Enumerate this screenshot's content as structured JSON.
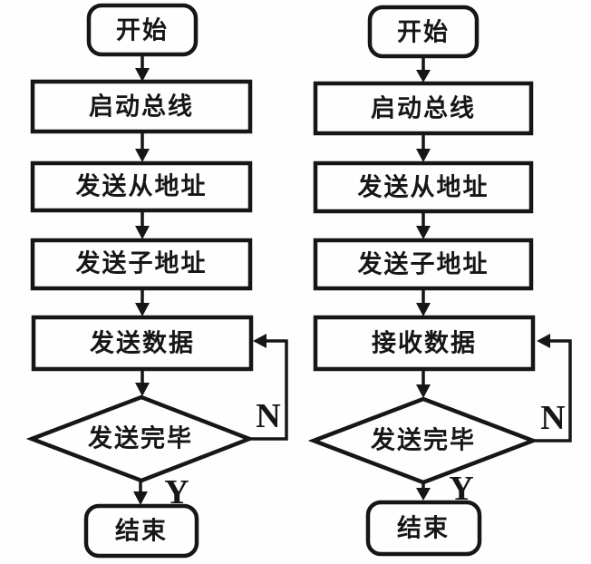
{
  "page": {
    "background": "#fefefe",
    "ink": "#161616"
  },
  "flowcharts": [
    {
      "name": "send-data-flow",
      "start": "开始",
      "steps": [
        "启动总线",
        "发送从地址",
        "发送子地址",
        "发送数据"
      ],
      "decision": "发送完毕",
      "end": "结束",
      "branch_no": "N",
      "branch_yes": "Y"
    },
    {
      "name": "receive-data-flow",
      "start": "开始",
      "steps": [
        "启动总线",
        "发送从地址",
        "发送子地址",
        "接收数据"
      ],
      "decision": "发送完毕",
      "end": "结束",
      "branch_no": "N",
      "branch_yes": "Y"
    }
  ]
}
